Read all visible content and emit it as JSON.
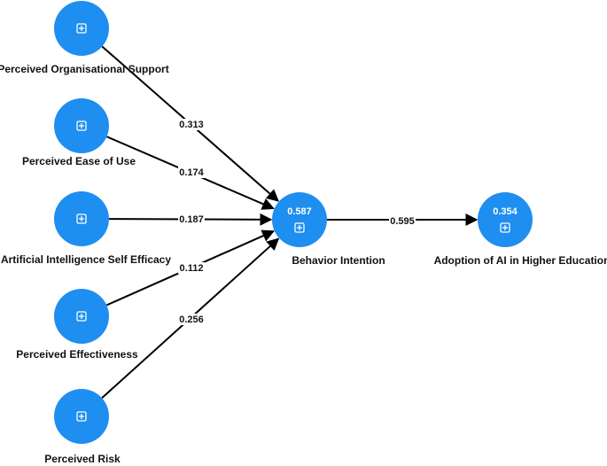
{
  "colors": {
    "node_fill": "#1e8ef0",
    "arrow": "#000000",
    "text": "#111111",
    "node_text": "#ffffff"
  },
  "icon": "expand-plus-icon",
  "nodes": [
    {
      "id": "pos",
      "label": "Perceived Organisational Support",
      "r2": ""
    },
    {
      "id": "peu",
      "label": "Perceived Ease of Use",
      "r2": ""
    },
    {
      "id": "aise",
      "label": "Artificial Intelligence Self Efficacy",
      "r2": ""
    },
    {
      "id": "pe",
      "label": "Perceived Effectiveness",
      "r2": ""
    },
    {
      "id": "pr",
      "label": "Perceived Risk",
      "r2": ""
    },
    {
      "id": "bi",
      "label": "Behavior Intention",
      "r2": "0.587"
    },
    {
      "id": "adopt",
      "label": "Adoption of AI in Higher Education",
      "r2": "0.354"
    }
  ],
  "paths": [
    {
      "from": "pos",
      "to": "bi",
      "coefficient": "0.313"
    },
    {
      "from": "peu",
      "to": "bi",
      "coefficient": "0.174"
    },
    {
      "from": "aise",
      "to": "bi",
      "coefficient": "0.187"
    },
    {
      "from": "pe",
      "to": "bi",
      "coefficient": "0.112"
    },
    {
      "from": "pr",
      "to": "bi",
      "coefficient": "0.256"
    },
    {
      "from": "bi",
      "to": "adopt",
      "coefficient": "0.595"
    }
  ]
}
